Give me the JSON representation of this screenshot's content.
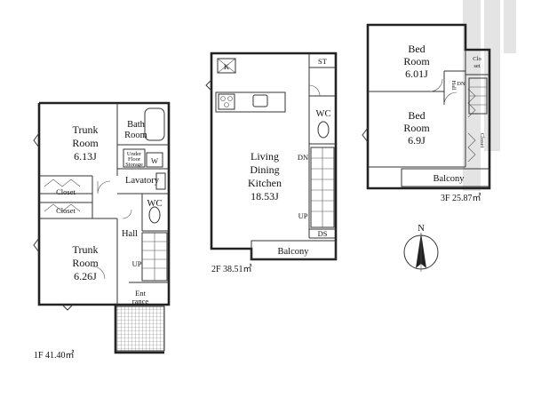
{
  "floors": {
    "f1": {
      "area": "1F 41.40㎡",
      "rooms": {
        "trunk1": [
          "Trunk",
          "Room",
          "6.13J"
        ],
        "bath": [
          "Bath",
          "Room"
        ],
        "storage": [
          "Under",
          "Floor",
          "Storage"
        ],
        "w": "W",
        "closet_a": "Closet",
        "closet_b": "Closet",
        "lavatory": "Lavatory",
        "wc": "WC",
        "trunk2": [
          "Trunk",
          "Room",
          "6.26J"
        ],
        "hall": "Hall",
        "up": "UP",
        "entrance": [
          "Ent",
          "rance"
        ]
      }
    },
    "f2": {
      "area": "2F 38.51㎡",
      "rooms": {
        "ldk": [
          "Living",
          "Dining",
          "Kitchen",
          "18.53J"
        ],
        "st": "ST",
        "wc": "WC",
        "dn": "DN",
        "up": "UP",
        "ds": "DS",
        "k": "K",
        "balcony": "Balcony"
      }
    },
    "f3": {
      "area": "3F 25.87㎡",
      "rooms": {
        "bed1": [
          "Bed",
          "Room",
          "6.01J"
        ],
        "bed2": [
          "Bed",
          "Room",
          "6.9J"
        ],
        "clo": [
          "Clo",
          "set"
        ],
        "hall": "Hall",
        "dn": "DN",
        "closet": "Closet",
        "balcony": "Balcony"
      }
    }
  },
  "compass": {
    "label": "N"
  },
  "colors": {
    "line": "#222222",
    "background": "#ffffff",
    "watermark": "#e4e4e4"
  }
}
